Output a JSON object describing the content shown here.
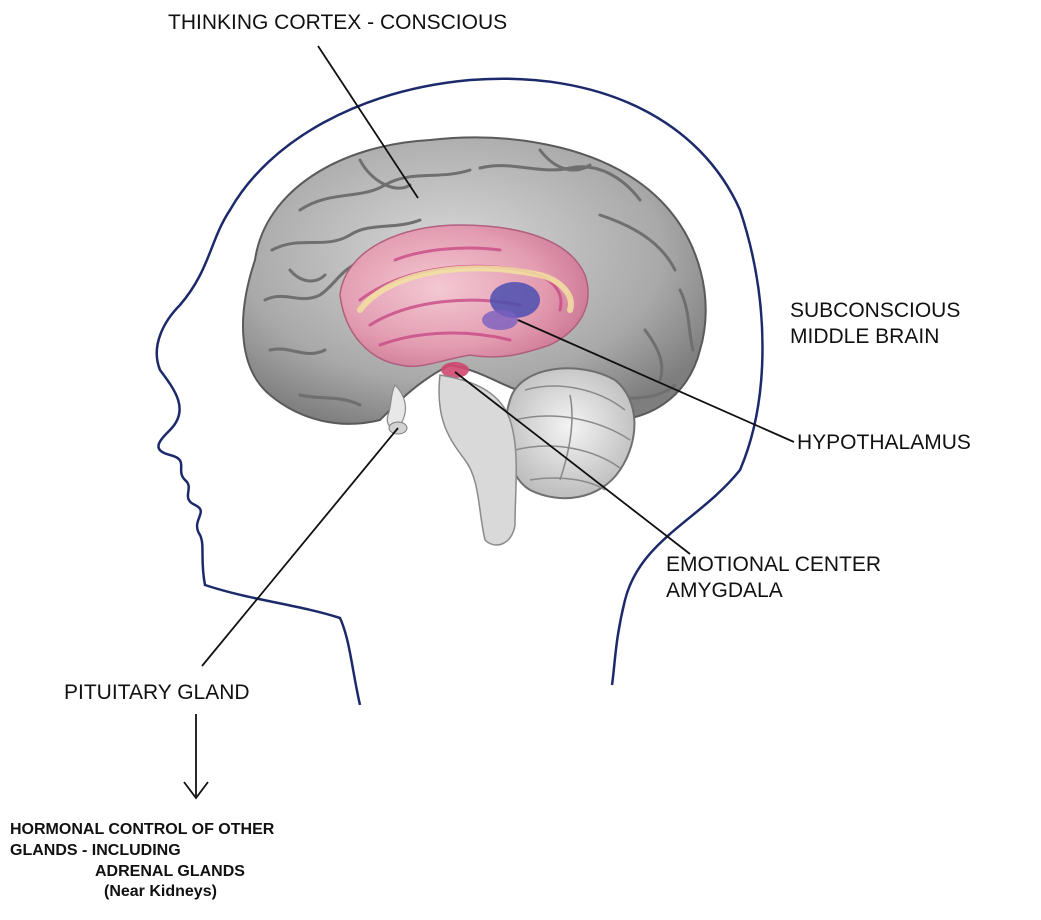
{
  "labels": {
    "cortex": "THINKING CORTEX - CONSCIOUS",
    "subconscious_line1": "SUBCONSCIOUS",
    "subconscious_line2": "MIDDLE BRAIN",
    "hypothalamus": "HYPOTHALAMUS",
    "emotional_line1": "EMOTIONAL CENTER",
    "emotional_line2": "AMYGDALA",
    "pituitary": "PITUITARY GLAND",
    "hormonal_line1": "HORMONAL CONTROL OF OTHER",
    "hormonal_line2": "GLANDS - INCLUDING",
    "hormonal_line3": "ADRENAL GLANDS",
    "hormonal_line4": "(Near Kidneys)"
  },
  "colors": {
    "head_outline": "#1c2a6b",
    "brain_fill": "#b4b4b4",
    "brain_fold": "#6f6f6f",
    "limbic_fill": "#e9a0b4",
    "limbic_accent": "#c94a86",
    "hypothalamus_fill": "#4b4fb0",
    "cerebellum_fill": "#e3e3e3",
    "leader_line": "#111111"
  }
}
